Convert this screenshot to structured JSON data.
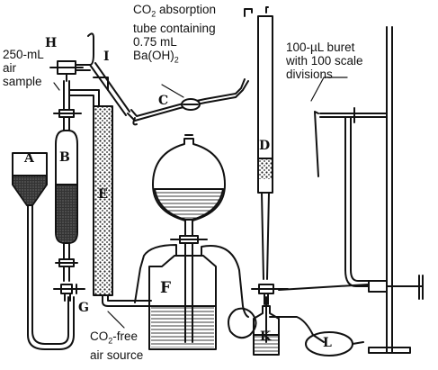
{
  "labels": {
    "absorption_tube_line1": "CO",
    "absorption_tube_line1_sub": "2",
    "absorption_tube_line1_rest": " absorption",
    "absorption_tube_line2": "tube containing",
    "absorption_tube_line3": "0.75 mL",
    "absorption_tube_line4": "Ba(OH)",
    "absorption_tube_line4_sub": "2",
    "buret_line1": "100-µL buret",
    "buret_line2": "with 100 scale",
    "buret_line3": "divisions",
    "air_sample_line1": "250-mL",
    "air_sample_line2": "air",
    "air_sample_line3": "sample",
    "co2free_line1": "CO",
    "co2free_line1_sub": "2",
    "co2free_line1_rest": "-free",
    "co2free_line2": "air source"
  },
  "parts": {
    "A": "A",
    "B": "B",
    "C": "C",
    "D": "D",
    "E": "E",
    "F": "F",
    "G": "G",
    "H": "H",
    "I": "I",
    "K": "K",
    "L": "L"
  }
}
